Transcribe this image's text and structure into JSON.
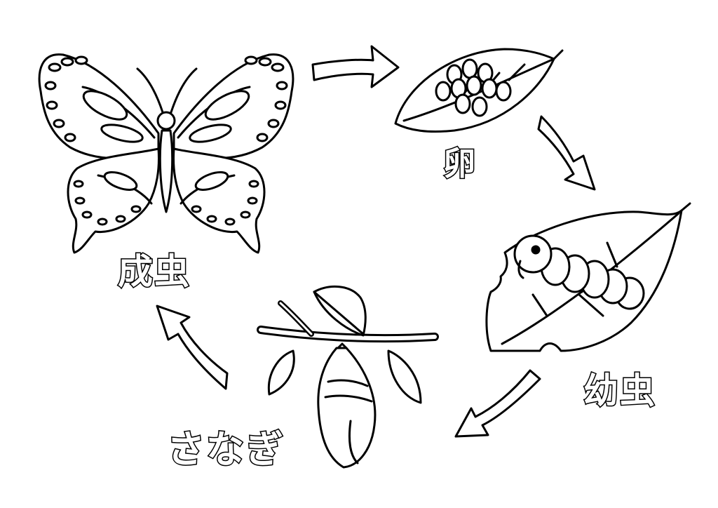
{
  "stages": {
    "egg": {
      "label": "卵"
    },
    "larva": {
      "label": "幼虫"
    },
    "pupa": {
      "label": "さなぎ"
    },
    "adult": {
      "label": "成虫"
    }
  },
  "colors": {
    "line": "#000000",
    "fill": "#ffffff"
  }
}
